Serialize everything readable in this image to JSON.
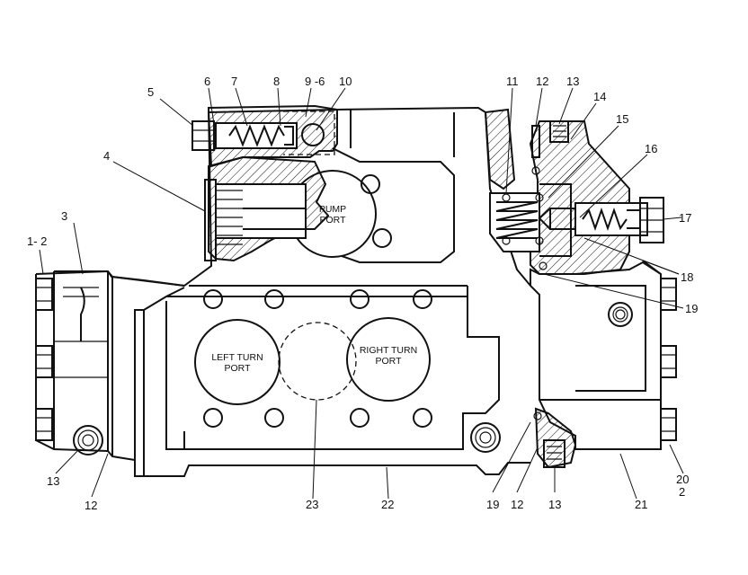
{
  "ports": {
    "pump": [
      "PUMP",
      "PORT"
    ],
    "left_turn": [
      "LEFT TURN",
      "PORT"
    ],
    "right_turn": [
      "RIGHT TURN",
      "PORT"
    ]
  },
  "callouts": [
    {
      "id": "1-2",
      "text": "1- 2"
    },
    {
      "id": "3",
      "text": "3"
    },
    {
      "id": "4",
      "text": "4"
    },
    {
      "id": "5",
      "text": "5"
    },
    {
      "id": "6",
      "text": "6"
    },
    {
      "id": "7",
      "text": "7"
    },
    {
      "id": "8",
      "text": "8"
    },
    {
      "id": "9-6",
      "text": "9 -6"
    },
    {
      "id": "10",
      "text": "10"
    },
    {
      "id": "11",
      "text": "11"
    },
    {
      "id": "12-top",
      "text": "12"
    },
    {
      "id": "13-top",
      "text": "13"
    },
    {
      "id": "14",
      "text": "14"
    },
    {
      "id": "15",
      "text": "15"
    },
    {
      "id": "16",
      "text": "16"
    },
    {
      "id": "17",
      "text": "17"
    },
    {
      "id": "18",
      "text": "18"
    },
    {
      "id": "19-right",
      "text": "19"
    },
    {
      "id": "20-2",
      "text": "20\n2"
    },
    {
      "id": "21",
      "text": "21"
    },
    {
      "id": "13-bottom",
      "text": "13"
    },
    {
      "id": "12-bottom",
      "text": "12"
    },
    {
      "id": "19-bottom",
      "text": "19"
    },
    {
      "id": "22",
      "text": "22"
    },
    {
      "id": "23",
      "text": "23"
    },
    {
      "id": "12-left",
      "text": "12"
    },
    {
      "id": "13-left",
      "text": "13"
    }
  ]
}
